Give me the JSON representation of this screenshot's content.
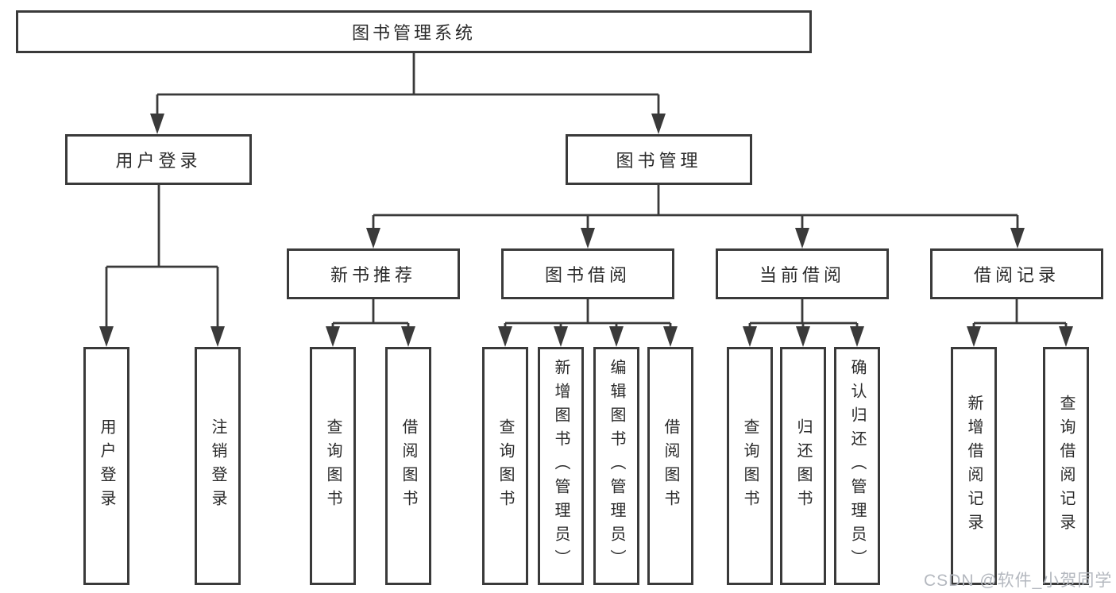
{
  "root": {
    "label": "图书管理系统"
  },
  "branches": [
    {
      "label": "用户登录",
      "children": [
        {
          "label": "用户登录"
        },
        {
          "label": "注销登录"
        }
      ]
    },
    {
      "label": "图书管理",
      "children": [
        {
          "label": "新书推荐",
          "children": [
            {
              "label": "查询图书"
            },
            {
              "label": "借阅图书"
            }
          ]
        },
        {
          "label": "图书借阅",
          "children": [
            {
              "label": "查询图书"
            },
            {
              "label": "新增图书（管理员）"
            },
            {
              "label": "编辑图书（管理员）"
            },
            {
              "label": "借阅图书"
            }
          ]
        },
        {
          "label": "当前借阅",
          "children": [
            {
              "label": "查询图书"
            },
            {
              "label": "归还图书"
            },
            {
              "label": "确认归还（管理员）"
            }
          ]
        },
        {
          "label": "借阅记录",
          "children": [
            {
              "label": "新增借阅记录"
            },
            {
              "label": "查询借阅记录"
            }
          ]
        }
      ]
    }
  ],
  "watermark": {
    "text": "CSDN @软件_小贺同学"
  },
  "colors": {
    "line": "#3a3a3a",
    "text": "#2a2a2a",
    "box_background": "#ffffff",
    "watermark": "#b4b8bf"
  }
}
